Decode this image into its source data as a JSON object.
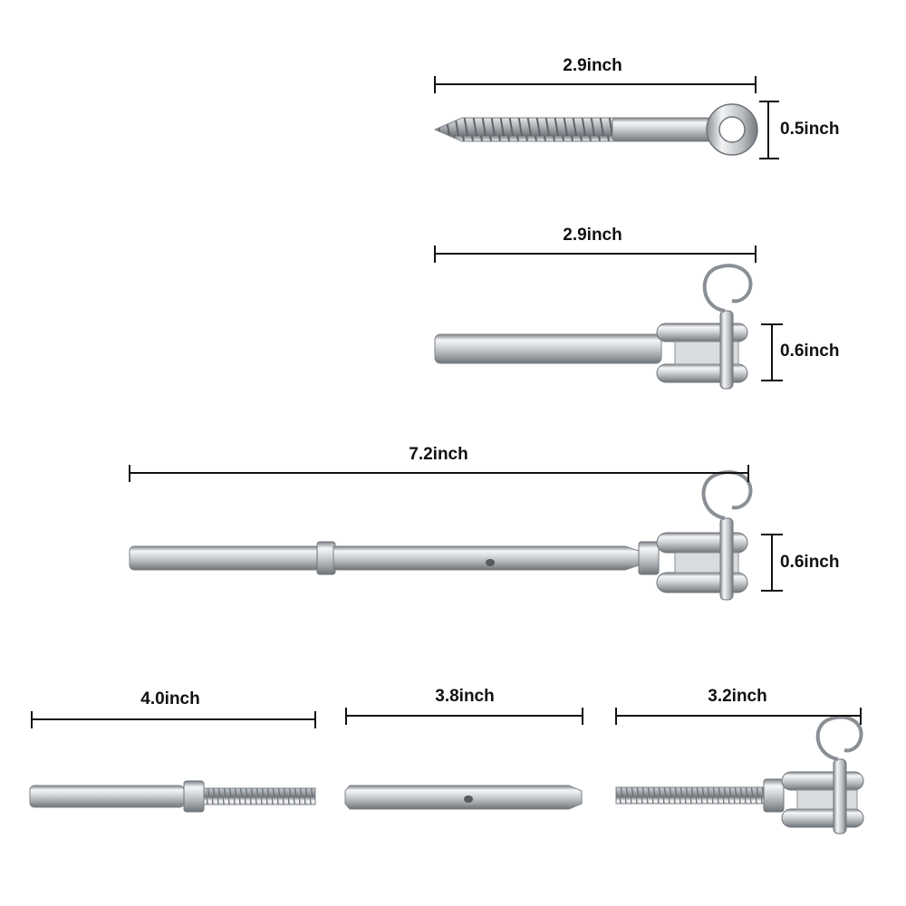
{
  "colors": {
    "background": "#ffffff",
    "dimension_line": "#111111",
    "metal_light": "#f2f3f4",
    "metal_mid": "#c4c7ca",
    "metal_dark": "#6e7378"
  },
  "parts": {
    "eye_screw": {
      "length": "2.9inch",
      "height": "0.5inch"
    },
    "jaw_terminal": {
      "length": "2.9inch",
      "height": "0.6inch"
    },
    "turnbuckle_assembly": {
      "length": "7.2inch",
      "height": "0.6inch"
    },
    "threaded_stud": {
      "length": "4.0inch"
    },
    "turnbuckle_body": {
      "length": "3.8inch"
    },
    "jaw_stud": {
      "length": "3.2inch"
    }
  }
}
